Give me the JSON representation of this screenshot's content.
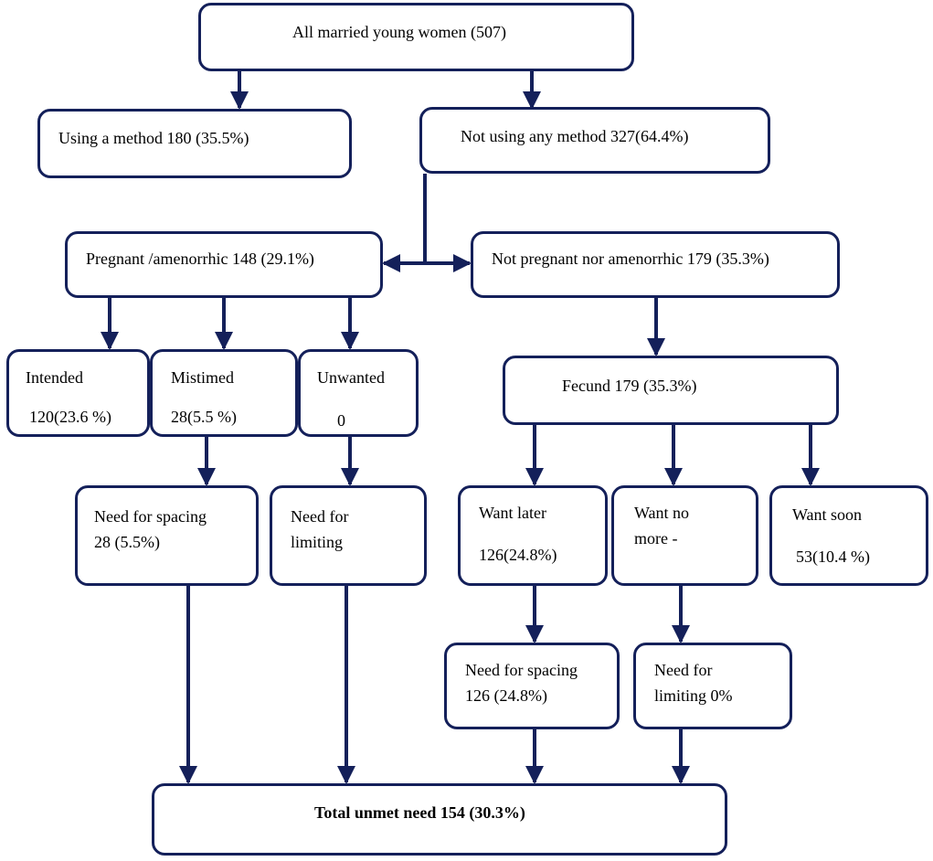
{
  "colors": {
    "stroke": "#14205a",
    "background": "#ffffff",
    "text": "#000000"
  },
  "nodes": {
    "all_women": "All married young women (507)",
    "using_method": "Using a method 180 (35.5%)",
    "not_using": "Not using any method 327(64.4%)",
    "pregnant": "Pregnant /amenorrhic 148 (29.1%)",
    "not_pregnant": "Not pregnant nor amenorrhic 179 (35.3%)",
    "intended": {
      "label": "Intended",
      "value": "120(23.6 %)"
    },
    "mistimed": {
      "label": "Mistimed",
      "value": "28(5.5 %)"
    },
    "unwanted": {
      "label": "Unwanted",
      "value": "0"
    },
    "fecund": "Fecund 179 (35.3%)",
    "need_spacing_1": {
      "line1": "Need for spacing",
      "line2": "28 (5.5%)"
    },
    "need_limiting_1": {
      "line1": "Need for",
      "line2": "limiting"
    },
    "want_later": {
      "label": "Want later",
      "value": "126(24.8%)"
    },
    "want_no_more": {
      "line1": "Want no",
      "line2": "more -"
    },
    "want_soon": {
      "label": "Want soon",
      "value": "53(10.4 %)"
    },
    "need_spacing_2": {
      "line1": "Need for spacing",
      "line2": "126 (24.8%)"
    },
    "need_limiting_2": {
      "line1": "Need for",
      "line2": "limiting 0%"
    },
    "total": "Total unmet need 154 (30.3%)"
  }
}
